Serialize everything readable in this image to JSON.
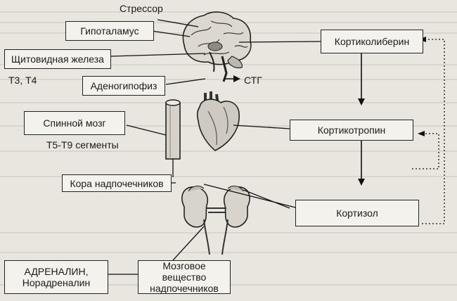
{
  "nodes": {
    "stressor": "Стрессор",
    "hypothalamus": "Гипоталамус",
    "thyroid": "Щитовидная железа",
    "t3t4": "Т3, Т4",
    "adenohypophysis": "Аденогипофиз",
    "stg": "СТГ",
    "spinal_cord": "Спинной мозг",
    "segments": "Т5-Т9 сегменты",
    "adrenal_cortex": "Кора надпочечников",
    "adrenaline": "АДРЕНАЛИН, Норадреналин",
    "adrenal_medulla": "Мозговое вещество надпочечников",
    "corticoliberin": "Кортиколиберин",
    "corticotropin": "Кортикотропин",
    "cortisol": "Кортизол"
  },
  "colors": {
    "background": "#e9e6df",
    "box_fill": "#f4f2ec",
    "ink": "#1b1b1b"
  }
}
